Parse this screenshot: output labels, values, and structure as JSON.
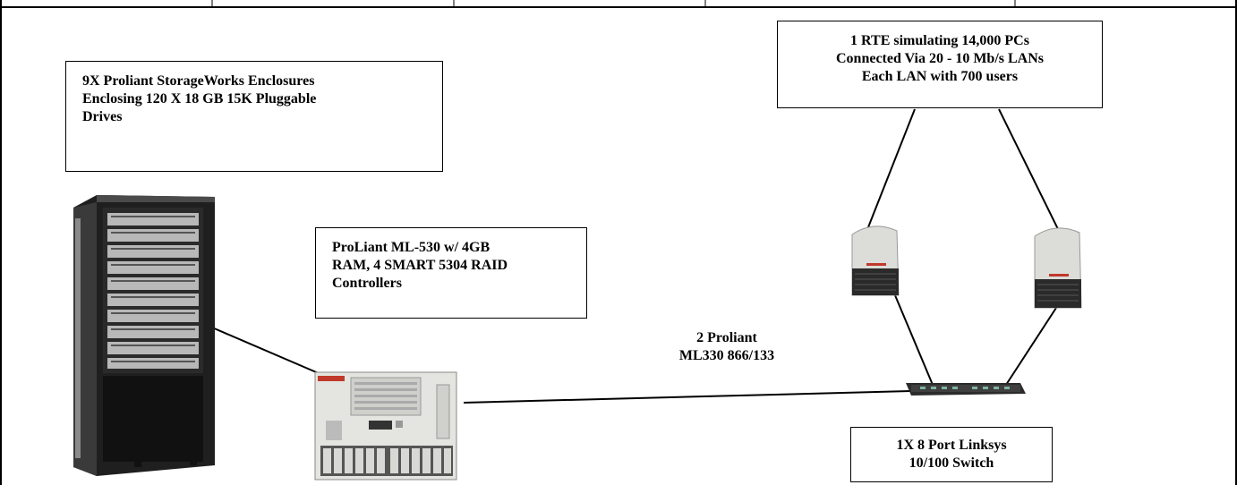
{
  "labels": {
    "storage": {
      "lines": [
        "9X Proliant StorageWorks Enclosures",
        "Enclosing 120 X 18 GB 15K Pluggable",
        "Drives"
      ]
    },
    "server": {
      "lines": [
        "ProLiant ML-530 w/ 4GB",
        "RAM, 4 SMART 5304 RAID",
        "Controllers"
      ]
    },
    "clients": {
      "lines": [
        "2 Proliant",
        "ML330  866/133"
      ]
    },
    "rte": {
      "lines": [
        "1 RTE simulating 14,000 PCs",
        "Connected Via 20 - 10 Mb/s LANs",
        "Each LAN with 700 users"
      ]
    },
    "switch": {
      "lines": [
        "1X 8 Port Linksys",
        "10/100 Switch"
      ]
    }
  },
  "icons": {
    "storage_rack": "storage-cabinet",
    "server": "tower-server",
    "client_left": "tower-pc",
    "client_right": "tower-pc",
    "switch": "network-switch"
  },
  "colors": {
    "rack_body": "#1f1f1f",
    "rack_door": "#3a3a3a",
    "server_body": "#e4e4e0",
    "client_body": "#dcdcd8",
    "client_grille": "#2a2a2a",
    "brand_red": "#c0392b",
    "switch_body": "#2b2b2b"
  }
}
